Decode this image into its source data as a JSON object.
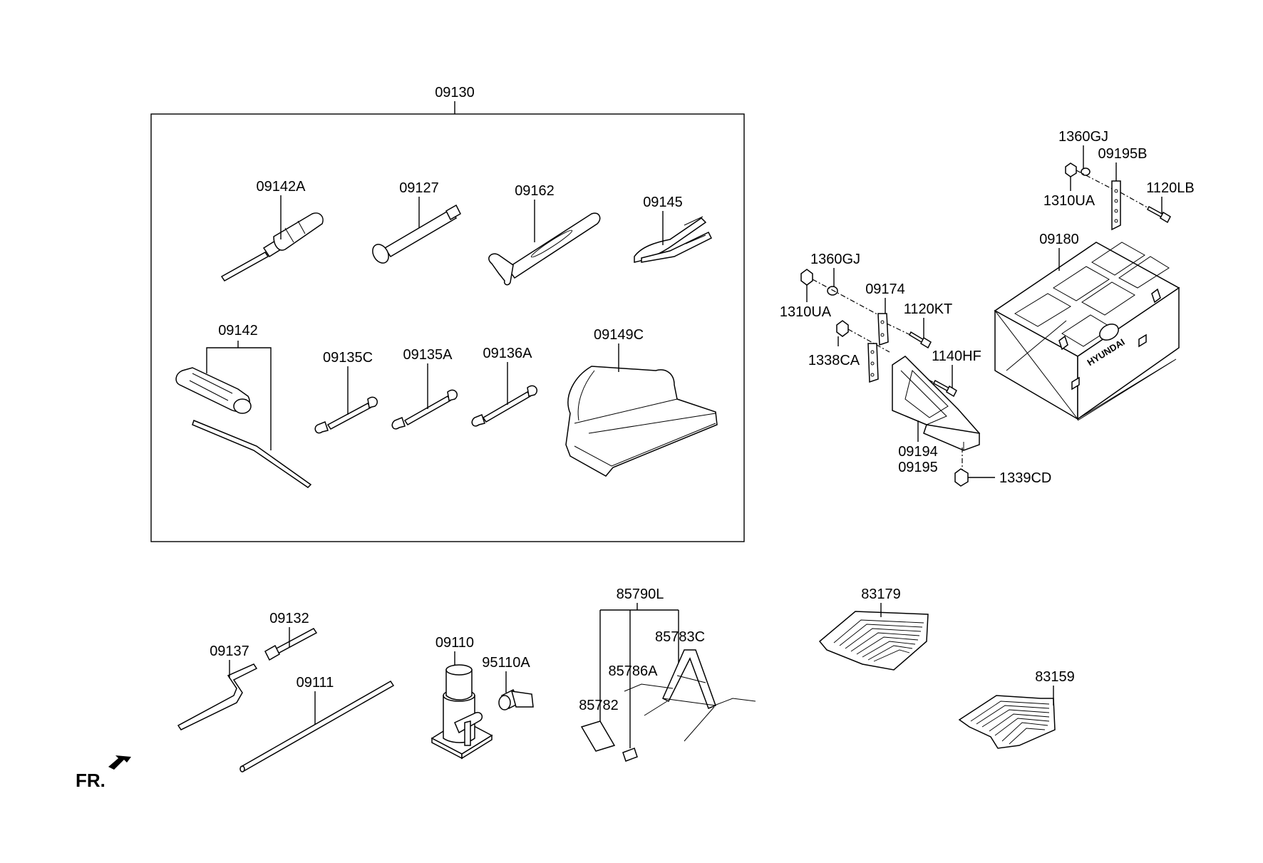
{
  "kit_label": "09130",
  "orientation_label": "FR.",
  "box_logo": "HYUNDAI",
  "parts": {
    "p09142A": "09142A",
    "p09127": "09127",
    "p09162": "09162",
    "p09145": "09145",
    "p09142": "09142",
    "p09135C": "09135C",
    "p09135A": "09135A",
    "p09136A": "09136A",
    "p09149C": "09149C",
    "p1360GJ_top": "1360GJ",
    "p09195B": "09195B",
    "p1310UA_top": "1310UA",
    "p1120LB": "1120LB",
    "p09180": "09180",
    "p1360GJ": "1360GJ",
    "p09174": "09174",
    "p1310UA": "1310UA",
    "p1120KT": "1120KT",
    "p1338CA": "1338CA",
    "p1140HF": "1140HF",
    "p09194": "09194",
    "p09195": "09195",
    "p1339CD": "1339CD",
    "p09132": "09132",
    "p09137": "09137",
    "p09111": "09111",
    "p09110": "09110",
    "p95110A": "95110A",
    "p85790L": "85790L",
    "p85783C": "85783C",
    "p85786A": "85786A",
    "p85782": "85782",
    "p83179": "83179",
    "p83159": "83159"
  }
}
